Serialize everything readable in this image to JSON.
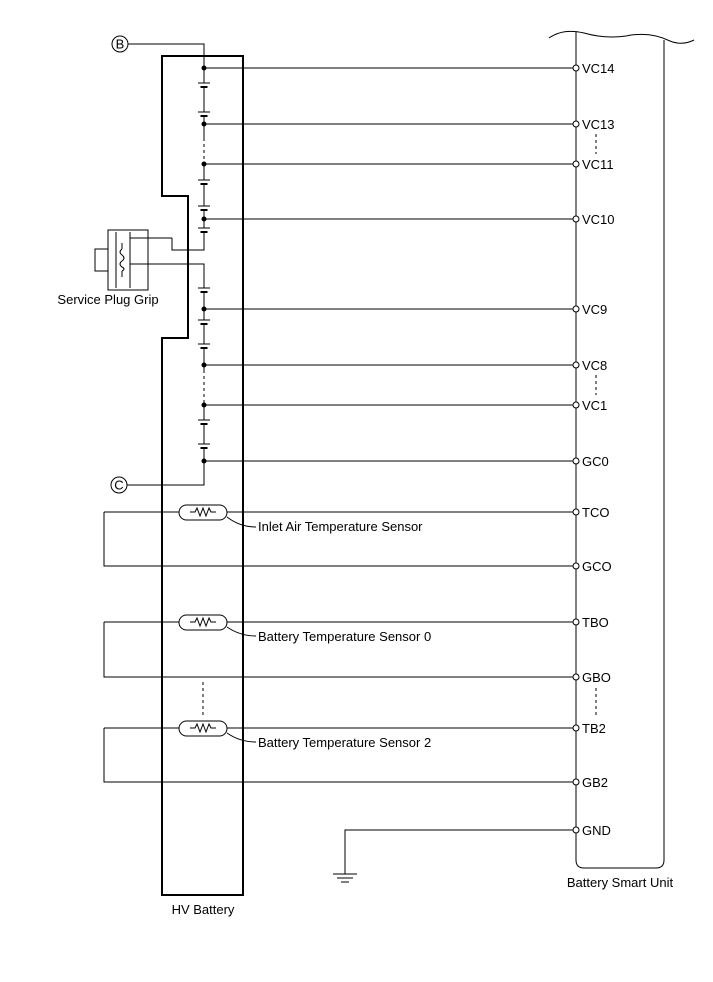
{
  "components": {
    "hv_battery": "HV Battery",
    "smart_unit": "Battery Smart Unit",
    "service_plug": "Service Plug Grip"
  },
  "connectors": {
    "b": "B",
    "c": "C"
  },
  "terminals": {
    "vc14": "VC14",
    "vc13": "VC13",
    "vc11": "VC11",
    "vc10": "VC10",
    "vc9": "VC9",
    "vc8": "VC8",
    "vc1": "VC1",
    "gc0": "GC0",
    "tco": "TCO",
    "gco": "GCO",
    "tbo": "TBO",
    "gbo": "GBO",
    "tb2": "TB2",
    "gb2": "GB2",
    "gnd": "GND"
  },
  "sensors": {
    "inlet": "Inlet Air Temperature Sensor",
    "bat0": "Battery Temperature Sensor 0",
    "bat2": "Battery Temperature Sensor 2"
  }
}
